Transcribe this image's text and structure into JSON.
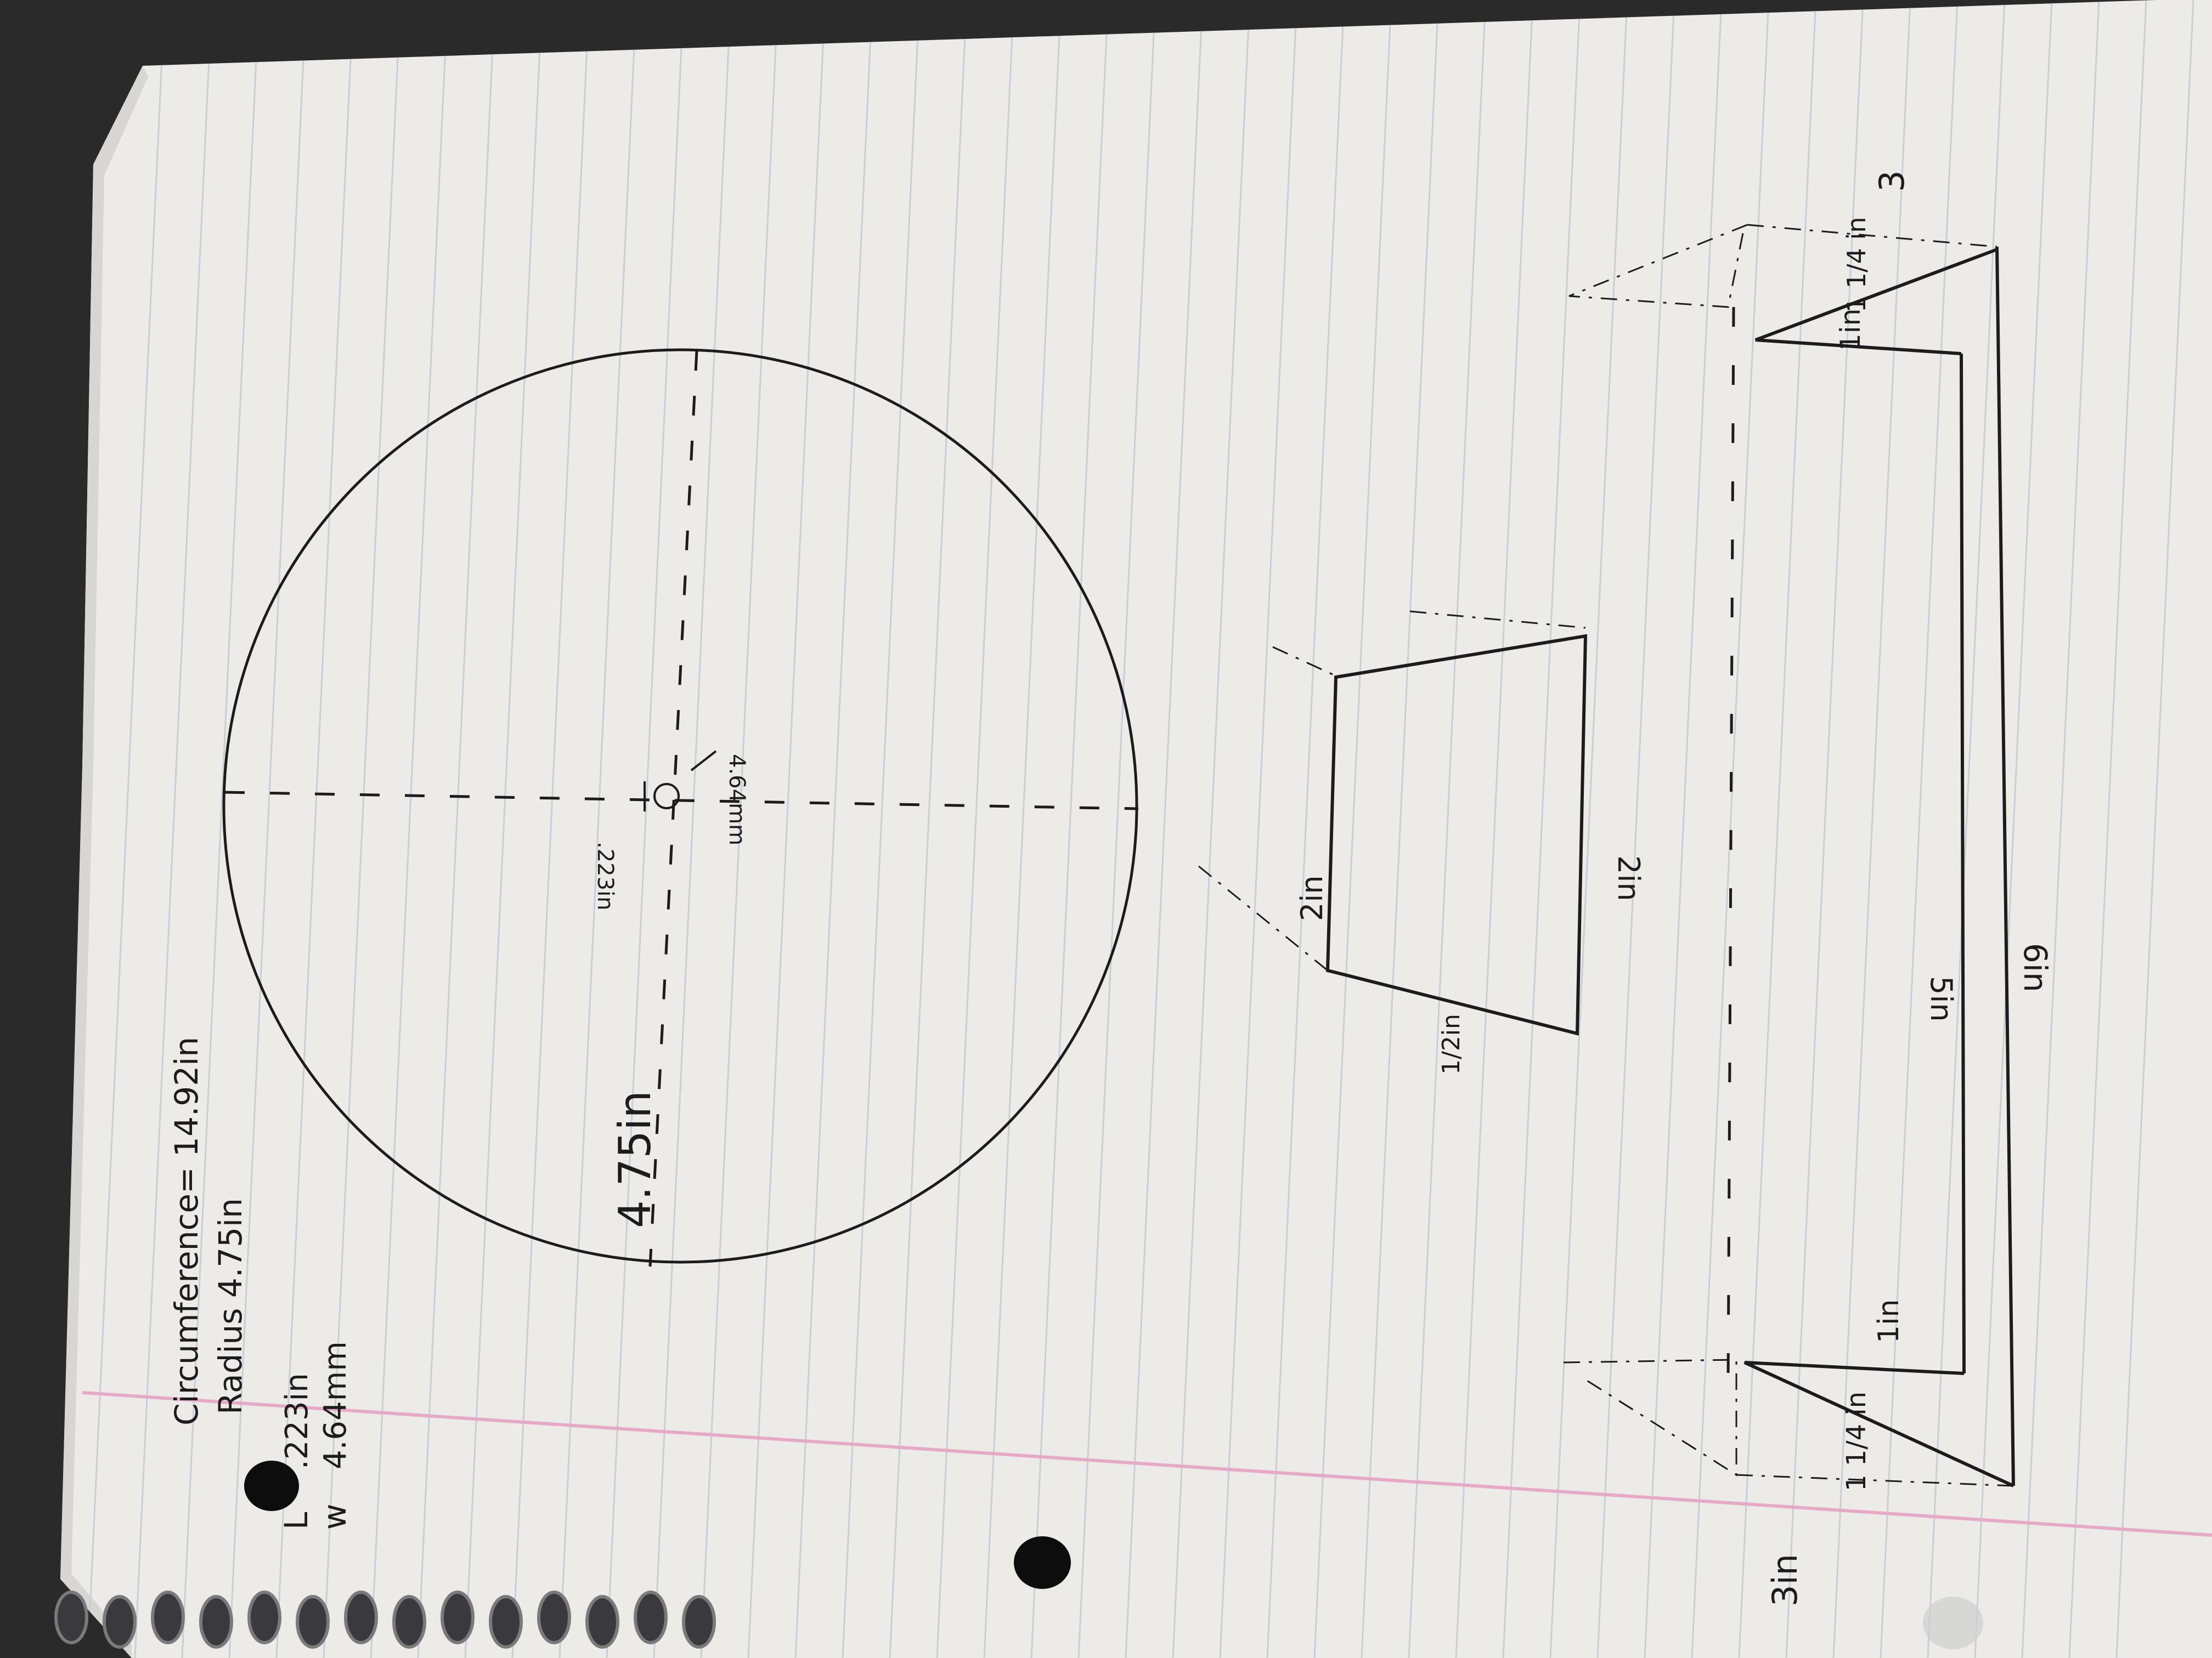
{
  "photo": {
    "subject": "notebook-page-sketch",
    "colors": {
      "background": "#2b2a2a",
      "paper": "#ecebe8",
      "rule_lines": "#c9cdd6",
      "margin_line": "#e6a9c6",
      "ink": "#1c1c1c",
      "hole": "#0d0d0d",
      "spiral": "#3a3a3c"
    }
  },
  "notes": {
    "circumference": "Circumference= 14.92in",
    "radius": "Radius 4.75in",
    "length_label": "L",
    "length_value": ".223in",
    "w_label": "w",
    "w_value": "4.64mm"
  },
  "circle": {
    "radius_label": "4.75in",
    "small_len_label": ".223in",
    "small_w_label": "4.64mm"
  },
  "trapezoid_small": {
    "top_label": "2in",
    "bottom_label": "2in",
    "side_label": "1/2in"
  },
  "trapezoid_large": {
    "top_label": "5in",
    "bottom_label": "6in",
    "left_label": "1in",
    "right_label": "1in",
    "left_side_label": "1 1/4 in",
    "right_side_label": "1 1/4 in",
    "left_corner_label": "3in",
    "right_corner_label": "3"
  }
}
